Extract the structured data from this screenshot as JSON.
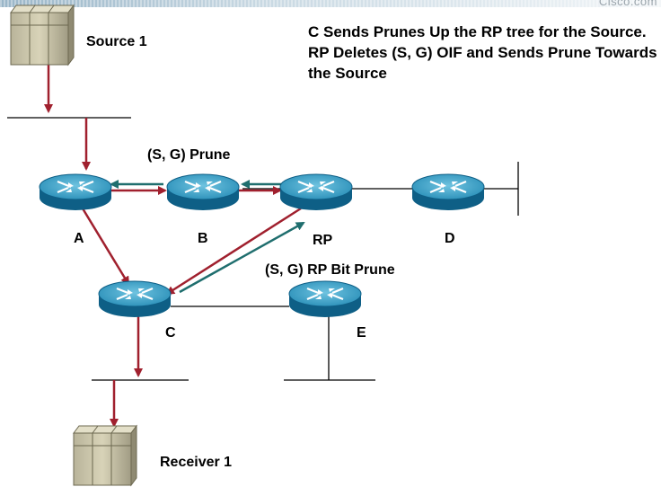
{
  "brand": "Cisco.com",
  "caption": "C Sends Prunes Up the RP tree for the Source. RP Deletes (S, G) OIF and Sends Prune Towards the Source",
  "hosts": {
    "source": "Source 1",
    "receiver": "Receiver 1"
  },
  "routers": {
    "a": "A",
    "b": "B",
    "rp": "RP",
    "d": "D",
    "c": "C",
    "e": "E"
  },
  "messages": {
    "prune": "(S, G) Prune",
    "rp_bit_prune": "(S, G) RP Bit Prune"
  },
  "colors": {
    "data_flow": "#a0202e",
    "prune_flow": "#1f6e6e",
    "router_top": "#3aa0c4",
    "router_side": "#0e5f86"
  }
}
